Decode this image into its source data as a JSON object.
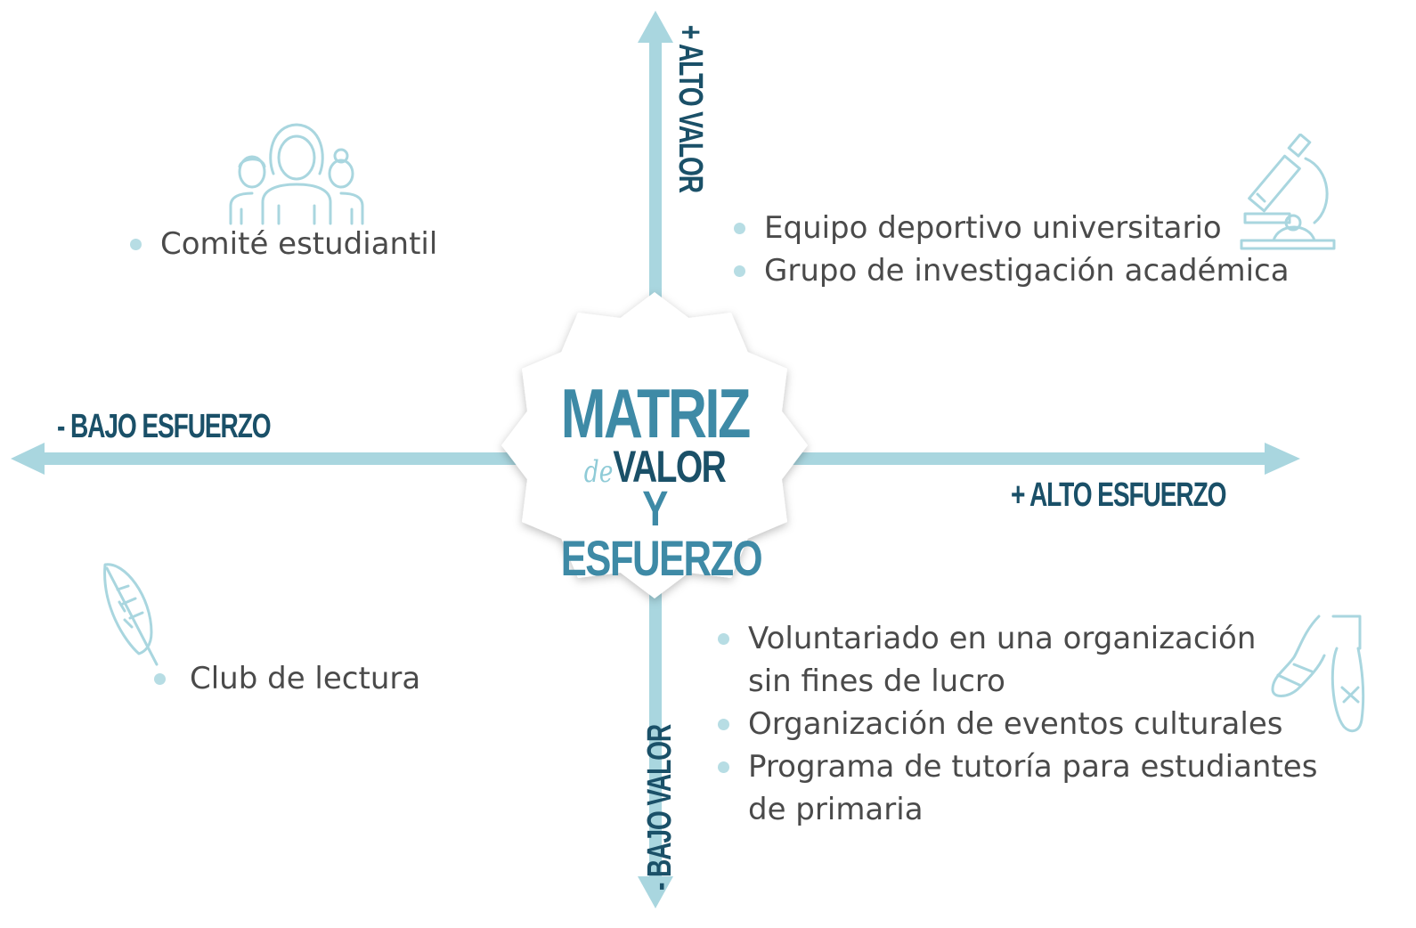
{
  "center": {
    "title_line1": "MATRIZ",
    "title_de": "de",
    "title_valor": "VALOR",
    "title_line3": "Y ESFUERZO"
  },
  "axes": {
    "top": "+ ALTO VALOR",
    "bottom": "- BAJO VALOR",
    "left": "- BAJO ESFUERZO",
    "right": "+ ALTO ESFUERZO"
  },
  "quadrants": {
    "top_left": [
      "Comité estudiantil"
    ],
    "top_right": [
      "Equipo deportivo universitario",
      "Grupo de investigación académica"
    ],
    "bottom_left": [
      "Club de lectura"
    ],
    "bottom_right": [
      [
        "Voluntariado en una organización",
        "sin fines de lucro"
      ],
      [
        "Organización de eventos culturales"
      ],
      [
        "Programa de tutoría para estudiantes",
        "de primaria"
      ]
    ]
  },
  "icons": {
    "top_left": "people-group-icon",
    "top_right": "microscope-icon",
    "bottom_left": "feather-icon",
    "bottom_right": "ballet-shoes-icon"
  },
  "colors": {
    "axis": "#a9d6df",
    "label": "#1a5068",
    "title": "#3e8aa6",
    "bullet": "#b7dde4",
    "text": "#4a4a4a",
    "icon": "#a9d6df"
  }
}
